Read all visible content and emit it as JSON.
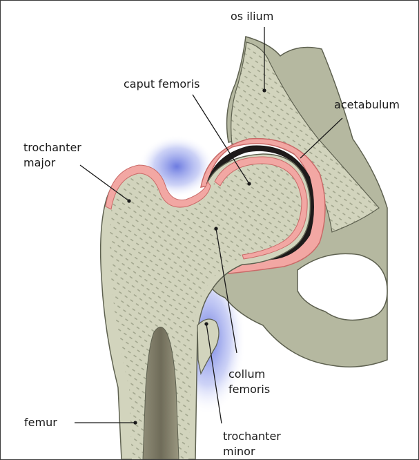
{
  "labels": {
    "os_ilium": "os ilium",
    "caput_femoris": "caput femoris",
    "acetabulum": "acetabulum",
    "trochanter_major_1": "trochanter",
    "trochanter_major_2": "major",
    "collum_femoris_1": "collum",
    "collum_femoris_2": "femoris",
    "femur": "femur",
    "trochanter_minor_1": "trochanter",
    "trochanter_minor_2": "minor"
  },
  "colors": {
    "bone": "#d2d4bd",
    "bone_dots": "#a2a68e",
    "pelvis_shade": "#b5b8a0",
    "cartilage": "#f2a7a3",
    "cartilage_edge": "#c96a68",
    "joint_space": "#1e1a1a",
    "inflammation": "#3c4fd6",
    "marrow": "#7a7764",
    "outline": "#5e6150"
  }
}
